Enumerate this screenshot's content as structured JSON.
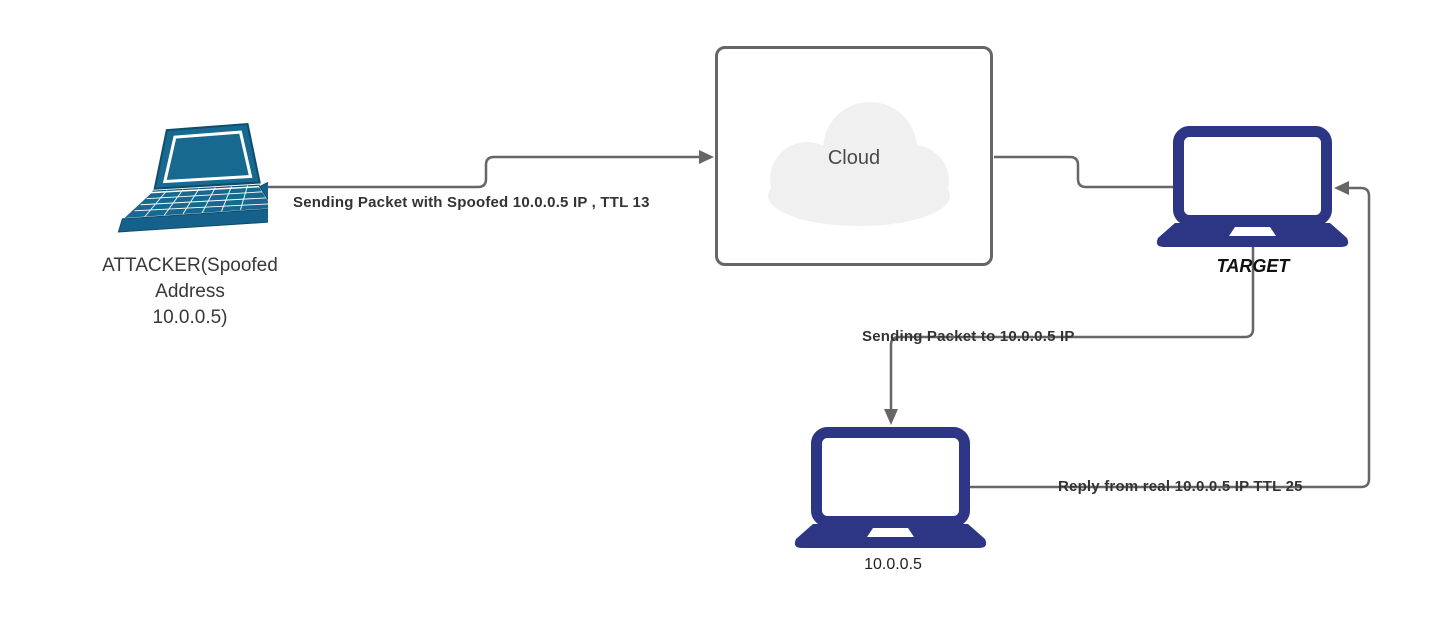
{
  "nodes": {
    "attacker": {
      "line1": "ATTACKER(Spoofed",
      "line2": "Address",
      "line3": "10.0.0.5)"
    },
    "cloud": {
      "label": "Cloud"
    },
    "target": {
      "label": "TARGET"
    },
    "real_host": {
      "label": "10.0.0.5"
    }
  },
  "edges": {
    "attacker_to_cloud": {
      "label": "Sending Packet with Spoofed 10.0.0.5 IP , TTL 13"
    },
    "cloud_to_target": {
      "label": ""
    },
    "target_to_host": {
      "label": "Sending Packet to 10.0.0.5 IP"
    },
    "host_to_target": {
      "label": "Reply from real 10.0.0.5 IP TTL 25"
    }
  },
  "colors": {
    "connector": "#666666",
    "edge_label": "#333333",
    "node_label": "#383838",
    "attacker_laptop": "#17698f",
    "attacker_laptop_dark": "#0d4d6d",
    "navy_laptop": "#2d3585",
    "cloud_fill": "#f0f0f0",
    "cloud_box_border": "#666666",
    "cloud_text": "#4a4a4a"
  }
}
